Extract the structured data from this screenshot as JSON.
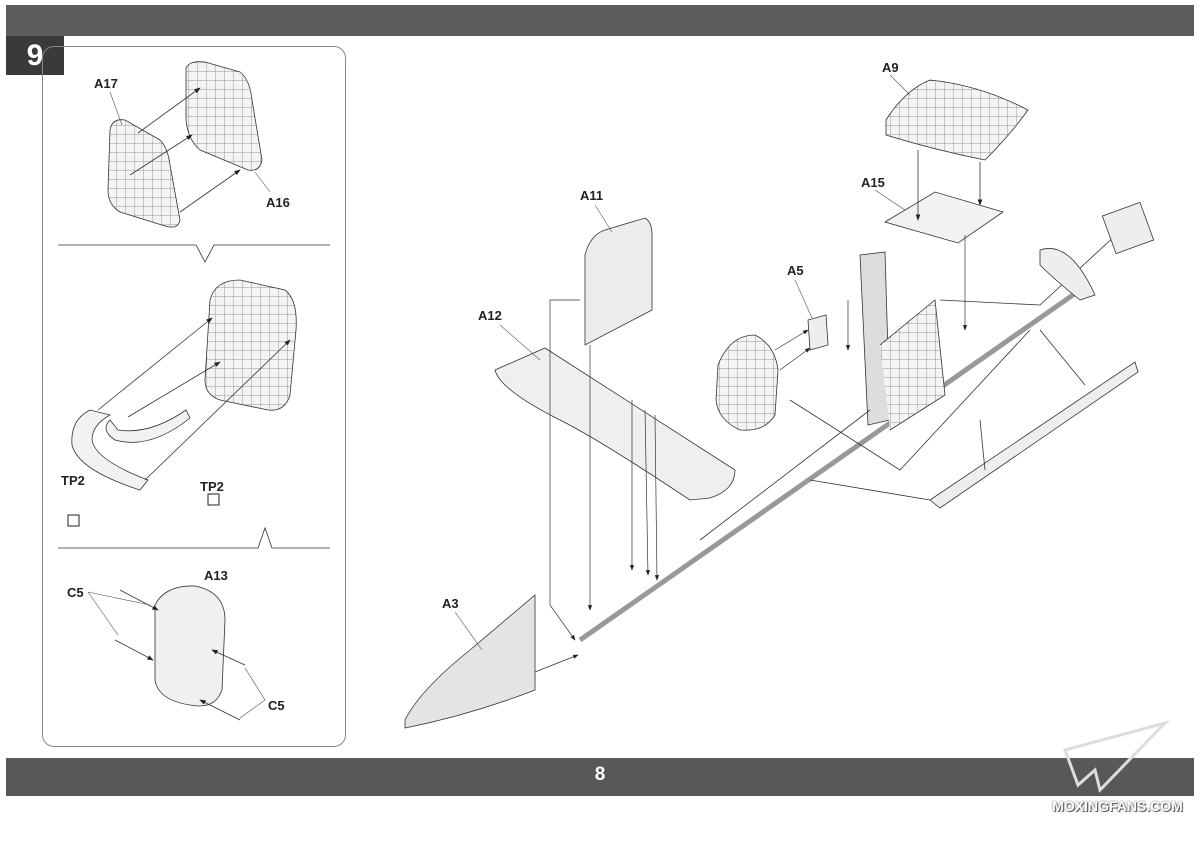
{
  "step_number": "9",
  "page_number": "8",
  "watermark": "MOXINGFANS.COM",
  "callouts": {
    "a17": "A17",
    "a16": "A16",
    "tp2_left": "TP2",
    "tp2_right": "TP2",
    "a13": "A13",
    "c5_left": "C5",
    "c5_right": "C5",
    "a9": "A9",
    "a15": "A15",
    "a11": "A11",
    "a5": "A5",
    "a12": "A12",
    "a3": "A3"
  }
}
